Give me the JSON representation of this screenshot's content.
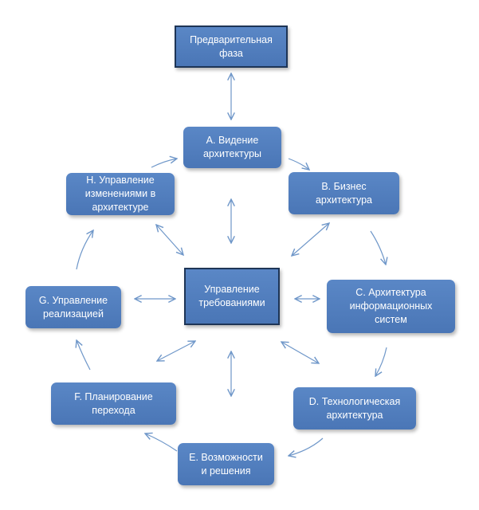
{
  "diagram": {
    "colors": {
      "node_fill": "#4f7dbd",
      "node_border_emphasis": "#1e3556",
      "text": "#ffffff",
      "arrow": "#6f97c9"
    },
    "nodes": {
      "preliminary": "Предварительная\nфаза",
      "a": "A. Видение\nархитектуры",
      "b": "B. Бизнес\nархитектура",
      "c": "C. Архитектура\nинформационных\nсистем",
      "d": "D. Технологическая\nархитектура",
      "e": "E. Возможности\nи решения",
      "f": "F. Планирование\nперехода",
      "g": "G. Управление\nреализацией",
      "h": "H. Управление\nизменениями в\nархитектуре",
      "center": "Управление\nтребованиями"
    }
  }
}
